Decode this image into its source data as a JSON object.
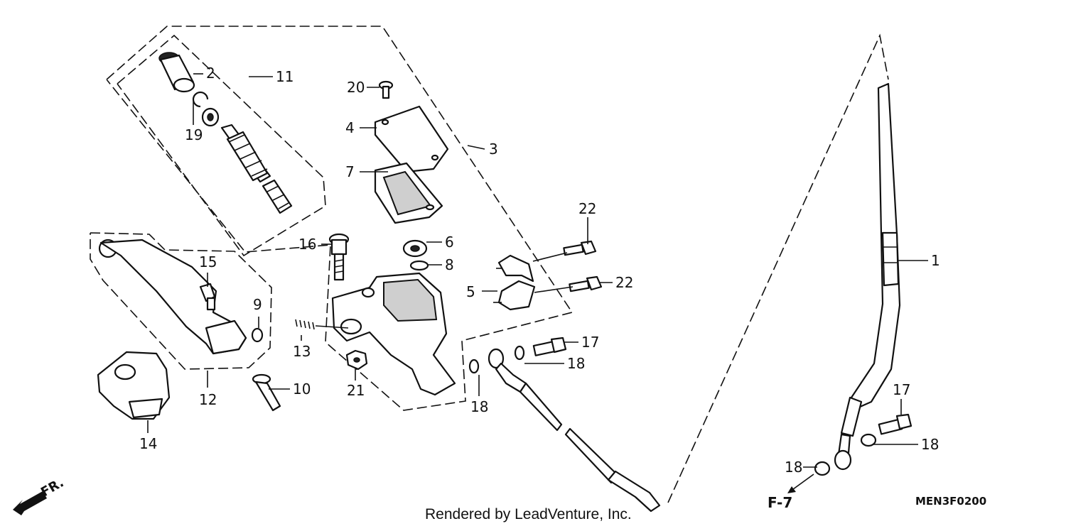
{
  "diagram": {
    "callouts": [
      "1",
      "2",
      "3",
      "4",
      "5",
      "6",
      "7",
      "8",
      "9",
      "10",
      "11",
      "12",
      "13",
      "14",
      "15",
      "16",
      "17",
      "18",
      "19",
      "20",
      "21",
      "22"
    ],
    "reference_label": "F-7",
    "front_label": "FR.",
    "diagram_code": "MEN3F0200",
    "rendered_by": "Rendered by LeadVenture, Inc."
  }
}
